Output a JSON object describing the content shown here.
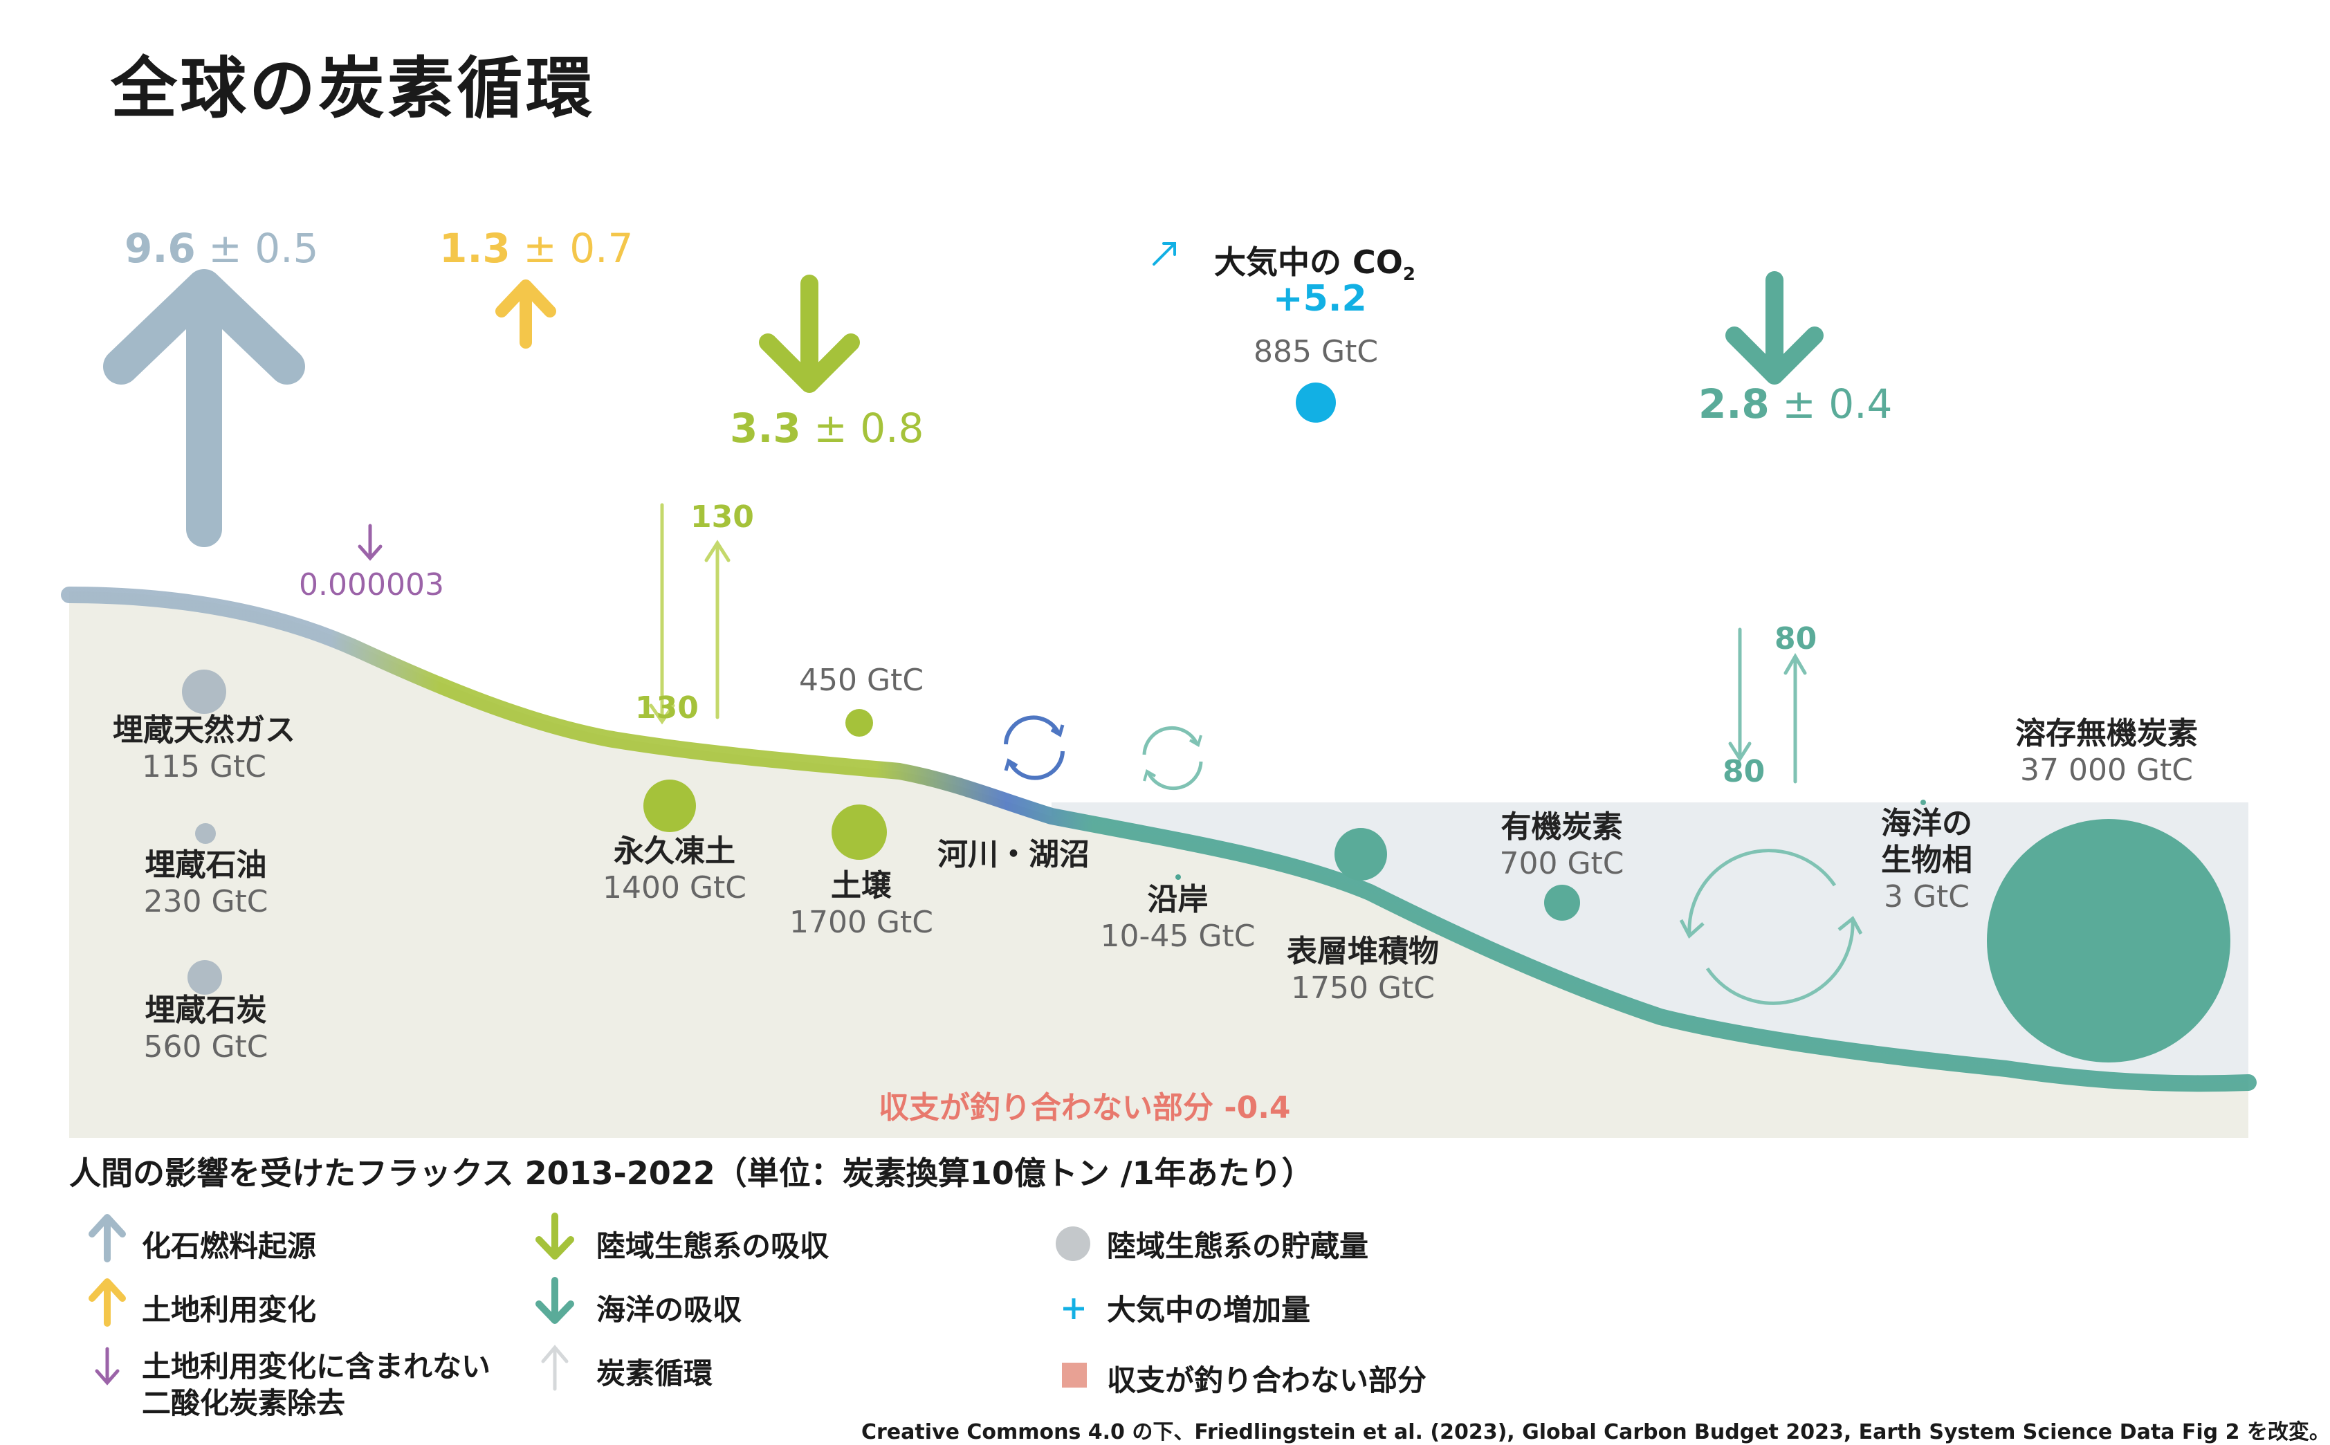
{
  "title": "全球の炭素循環",
  "fluxes": {
    "fossil": {
      "value": "9.6",
      "pm": "± 0.5"
    },
    "land_use": {
      "value": "1.3",
      "pm": "± 0.7"
    },
    "land_sink": {
      "value": "3.3",
      "pm": "± 0.8"
    },
    "ocean_sink": {
      "value": "2.8",
      "pm": "± 0.4"
    },
    "cdr": {
      "value": "0.000003"
    },
    "imbalance": {
      "label": "収支が釣り合わない部分",
      "value": "-0.4"
    }
  },
  "atmosphere": {
    "label": "大気中の CO",
    "sub": "2",
    "increase": "+5.2",
    "stock": "885 GtC"
  },
  "land_exchange": {
    "down": "130",
    "up": "130"
  },
  "ocean_exchange": {
    "down": "80",
    "up": "80"
  },
  "stocks": {
    "gas": {
      "name": "埋蔵天然ガス",
      "value": "115 GtC"
    },
    "oil": {
      "name": "埋蔵石油",
      "value": "230 GtC"
    },
    "coal": {
      "name": "埋蔵石炭",
      "value": "560 GtC"
    },
    "vegetation": {
      "value": "450 GtC"
    },
    "permafrost": {
      "name": "永久凍土",
      "value": "1400 GtC"
    },
    "soil": {
      "name": "土壌",
      "value": "1700 GtC"
    },
    "rivers": {
      "name": "河川・湖沼"
    },
    "coastal": {
      "name": "沿岸",
      "value": "10-45 GtC"
    },
    "sediments": {
      "name": "表層堆積物",
      "value": "1750 GtC"
    },
    "organic": {
      "name": "有機炭素",
      "value": "700 GtC"
    },
    "biota": {
      "name1": "海洋の",
      "name2": "生物相",
      "value": "3 GtC"
    },
    "dic": {
      "name": "溶存無機炭素",
      "value": "37 000 GtC"
    }
  },
  "legend": {
    "heading": "人間の影響を受けたフラックス  2013-2022（単位：炭素換算10億トン /1年あたり）",
    "fossil": "化石燃料起源",
    "land_use": "土地利用変化",
    "cdr_1": "土地利用変化に含まれない",
    "cdr_2": "二酸化炭素除去",
    "land_sink": "陸域生態系の吸収",
    "ocean_sink": "海洋の吸収",
    "cycle": "炭素循環",
    "land_stock": "陸域生態系の貯蔵量",
    "atm_increase": "大気中の増加量",
    "imbalance": "収支が釣り合わない部分"
  },
  "credit": "Creative Commons 4.0 の下、Friedlingstein et al. (2023), Global Carbon Budget 2023, Earth System Science Data Fig 2 を改変。",
  "colors": {
    "fossil": "#a3b9c8",
    "land_use": "#f4c64a",
    "land_sink": "#a5c23a",
    "ocean_sink": "#5aab99",
    "cdr": "#9b63a8",
    "atmosphere": "#12b0e4",
    "imbalance": "#e8796d",
    "stock_grey": "#b0bcc5"
  }
}
